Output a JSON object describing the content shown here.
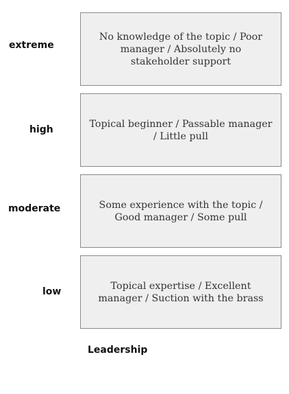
{
  "rows": [
    {
      "level": "extreme",
      "description": "No knowledge of the topic / Poor manager / Absolutely no stakeholder support"
    },
    {
      "level": "high",
      "description": "Topical beginner / Passable manager / Little pull"
    },
    {
      "level": "moderate",
      "description": "Some experience with the topic / Good manager / Some pull"
    },
    {
      "level": "low",
      "description": "Topical expertise / Excellent manager / Suction with the brass"
    }
  ],
  "axis_label": "Leadership"
}
